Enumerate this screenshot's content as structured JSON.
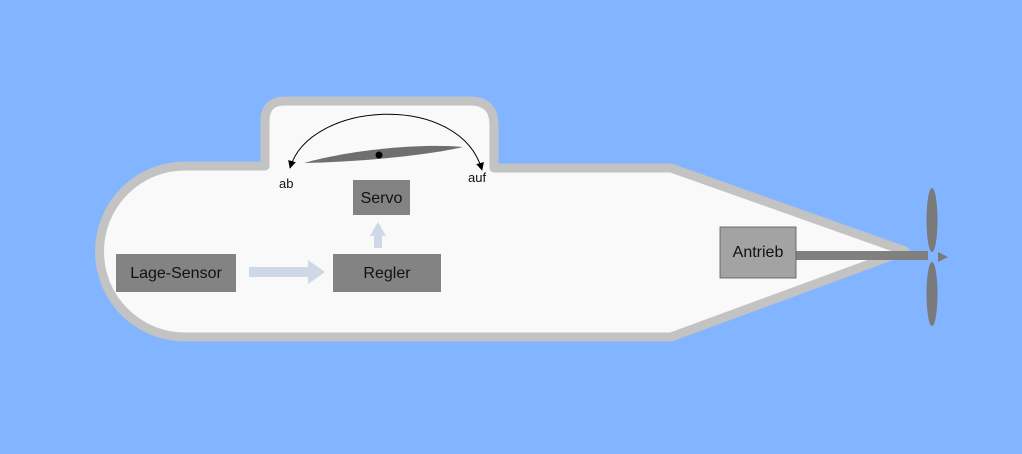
{
  "blocks": {
    "sensor": "Lage-Sensor",
    "regler": "Regler",
    "servo": "Servo",
    "antrieb": "Antrieb"
  },
  "fin": {
    "down_label": "ab",
    "up_label": "auf"
  },
  "colors": {
    "water": "#82b4ff",
    "hull_outline": "#c3c3c3",
    "hull_fill": "#f9f9f9",
    "block_fill": "#838383",
    "antrieb_fill": "#a3a3a3",
    "arrow": "#cfd8e6",
    "shaft": "#808080"
  }
}
